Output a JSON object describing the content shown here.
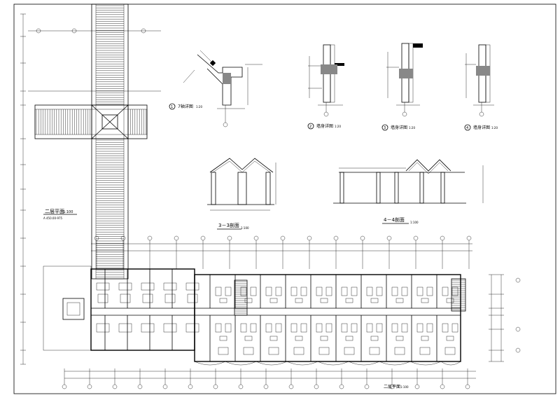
{
  "drawing": {
    "plan_title": "二层平面",
    "plan_scale": "1:100",
    "plan_note": "A 450.00-975",
    "detail_labels": [
      {
        "num": "1",
        "text": "7轴详图",
        "scale": "1:20"
      },
      {
        "num": "2",
        "text": "墙身详图",
        "scale": "1:20"
      },
      {
        "num": "3",
        "text": "墙身详图",
        "scale": "1:20"
      },
      {
        "num": "4",
        "text": "墙身详图",
        "scale": "1:20"
      }
    ],
    "section_33": {
      "title": "3－3剖面",
      "scale": "1:100"
    },
    "section_44": {
      "title": "4－4剖面",
      "scale": "1:100"
    },
    "bottom_label": "二层平面",
    "bottom_scale": "1:100"
  },
  "colors": {
    "line": "#000000",
    "background": "#ffffff"
  }
}
